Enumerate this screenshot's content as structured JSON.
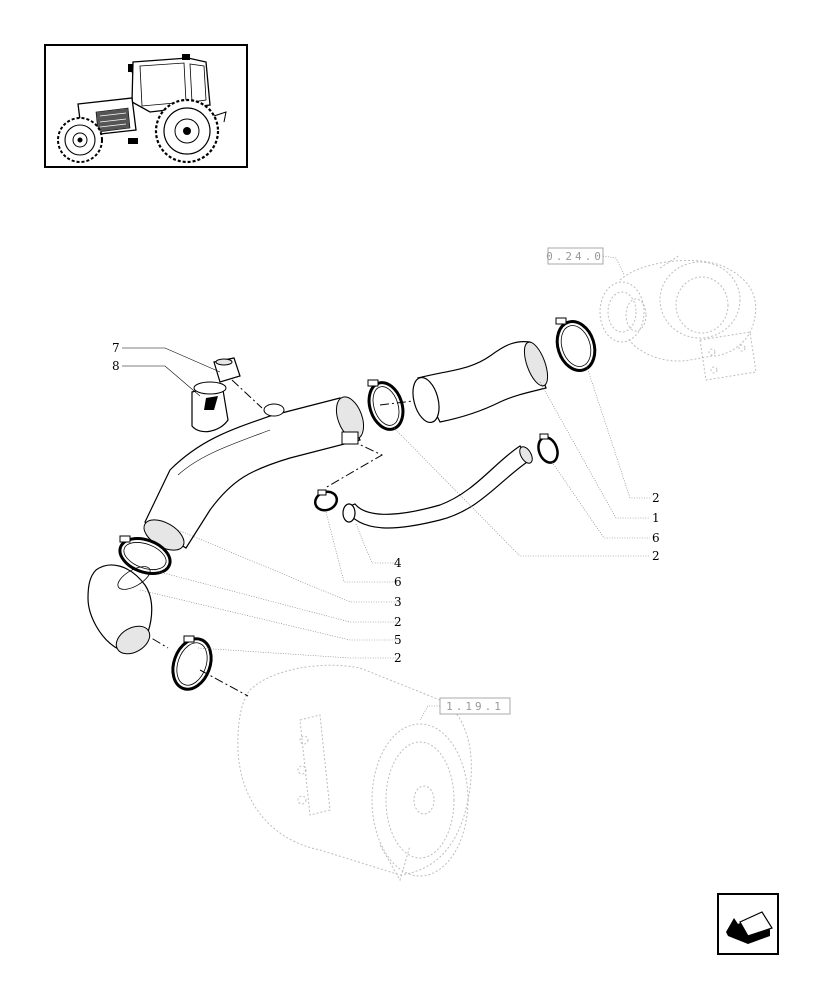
{
  "diagram": {
    "callouts": {
      "c7": "7",
      "c8": "8",
      "c2a": "2",
      "c1": "1",
      "c6a": "6",
      "c2b": "2",
      "c4": "4",
      "c6b": "6",
      "c3": "3",
      "c2c": "2",
      "c5": "5",
      "c2d": "2"
    },
    "refs": {
      "turbo": "0.24.0",
      "air_filter": "1.19.1"
    }
  },
  "icons": {
    "thumbnail": "tractor-thumbnail-icon",
    "back": "back-arrow-icon"
  }
}
